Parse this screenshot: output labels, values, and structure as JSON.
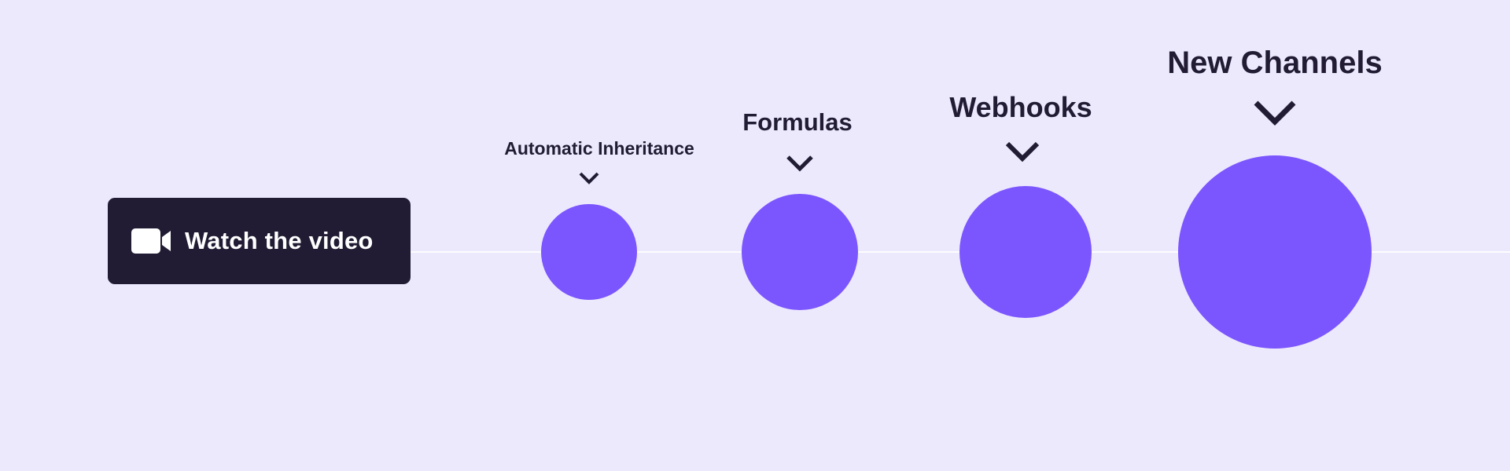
{
  "video_button": {
    "label": "Watch the video",
    "icon": "video-camera-icon"
  },
  "features": [
    {
      "label": "Automatic Inheritance",
      "icon": "chevron-down-icon"
    },
    {
      "label": "Formulas",
      "icon": "chevron-down-icon"
    },
    {
      "label": "Webhooks",
      "icon": "chevron-down-icon"
    },
    {
      "label": "New Channels",
      "icon": "chevron-down-icon"
    }
  ],
  "colors": {
    "background": "#ece9fd",
    "accent": "#7b55fe",
    "dark": "#211c33",
    "line": "#ffffff"
  }
}
